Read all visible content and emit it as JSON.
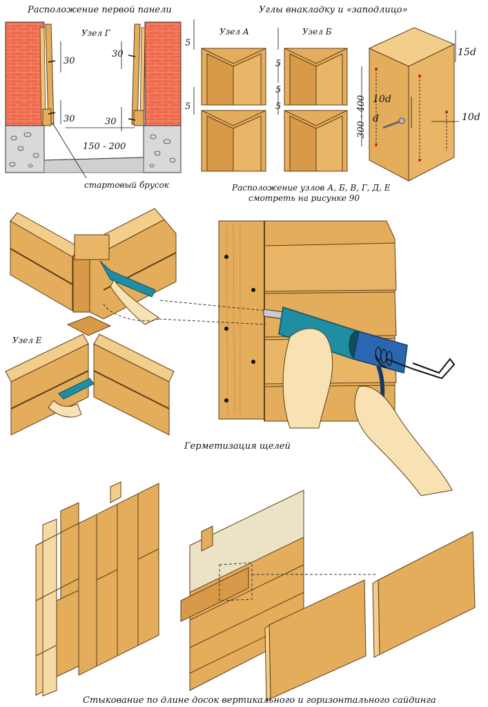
{
  "captions": {
    "first_panel": "Расположение первой панели",
    "corners": "Углы внакладку и «заподлицо»",
    "nodes_ref_line1": "Расположение узлов А, Б, В, Г, Д, Е",
    "nodes_ref_line2": "смотреть на рисунке 90",
    "sealing": "Герметизация щелей",
    "joining": "Стыкование по длине досок вертикального и горизонтального сайдинга"
  },
  "labels": {
    "node_g": "Узел Г",
    "node_a": "Узел А",
    "node_b": "Узел Б",
    "node_e": "Узел Е",
    "starter_strip": "стартовый брусок"
  },
  "dimensions": {
    "gap_30_a": "30",
    "gap_30_b": "30",
    "gap_30_c": "30",
    "gap_30_d": "30",
    "clearance": "150 - 200",
    "five_a1": "5",
    "five_a2": "5",
    "five_b1": "5",
    "five_b2": "5",
    "five_b3": "5",
    "edge_15d": "15d",
    "spacing_10d_a": "10d",
    "spacing_10d_b": "10d",
    "spacing_300_400": "300 - 400",
    "diameter_d": "d"
  },
  "colors": {
    "wood": "#e4ad5c",
    "wood_dark": "#b8823a",
    "wood_light": "#f3cd8a",
    "brick": "#ef6a4c",
    "concrete": "#c9c9c9",
    "gun_blue": "#1f8ea3",
    "skin": "#f8e2b4"
  }
}
